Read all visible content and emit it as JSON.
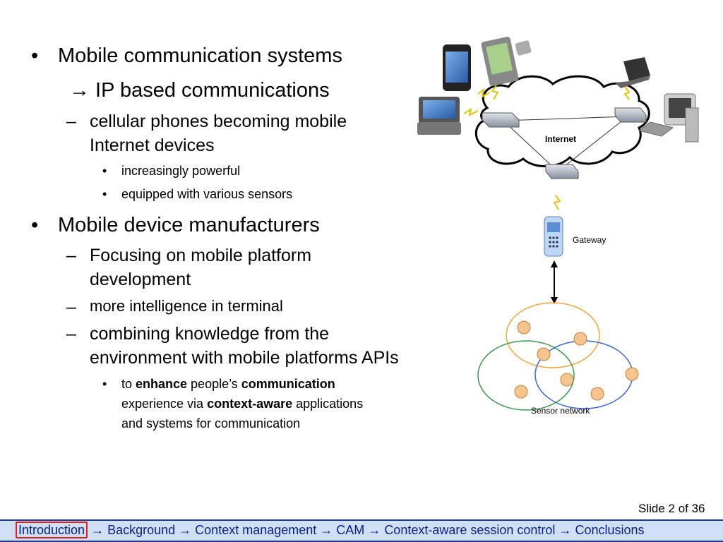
{
  "bullets": {
    "b1": {
      "bullet": "•",
      "text": "Mobile communication systems"
    },
    "b1_cont": "→ IP based communications",
    "b1_sub1": {
      "dash": "–",
      "line1": "cellular phones becoming mobile",
      "line2": "Internet devices"
    },
    "b1_sub1_items": [
      {
        "bullet": "•",
        "text": "increasingly powerful"
      },
      {
        "bullet": "•",
        "text": "equipped with various sensors"
      }
    ],
    "b2": {
      "bullet": "•",
      "text": "Mobile device manufacturers"
    },
    "b2_subs": [
      {
        "dash": "–",
        "line1": "Focusing on mobile platform",
        "line2": "development"
      },
      {
        "dash": "–",
        "line1": "more intelligence in terminal",
        "line2": ""
      },
      {
        "dash": "–",
        "line1": "combining knowledge from the",
        "line2": "environment with mobile platforms APIs"
      }
    ],
    "b2_last": {
      "bullet": "•",
      "line1_pre": "to ",
      "line1_b1": "enhance",
      "line1_mid": " people’s ",
      "line1_b2": "communication",
      "line2_pre": "experience via ",
      "line2_b": "context-aware",
      "line2_post": " applications",
      "line3": "and systems for communication"
    }
  },
  "diagram": {
    "internet_label": "Internet",
    "gateway_label": "Gateway",
    "sensor_label": "Sensor network"
  },
  "slide_number": "Slide 2 of 36",
  "footer": {
    "items": [
      "Introduction",
      "Background",
      "Context management",
      "CAM",
      "Context-aware session control",
      "Conclusions"
    ],
    "separator": " → "
  },
  "colors": {
    "footer_bg": "#cfe0f5",
    "footer_text": "#0a1e8c",
    "current_border": "#e0201c",
    "sensor_node": "#f6c58f",
    "circle_orange": "#f0a63a",
    "circle_green": "#3d9a4a",
    "circle_blue": "#3a66d8"
  }
}
